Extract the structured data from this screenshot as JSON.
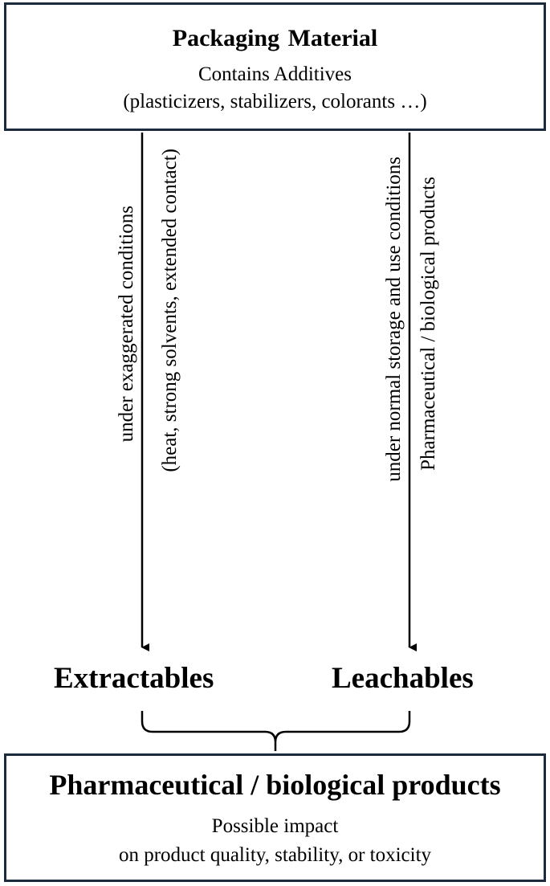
{
  "packaging_box": {
    "title": "Packaging Material",
    "subtitle_line1": "Contains Additives",
    "subtitle_line2": "(plasticizers, stabilizers, colorants …)"
  },
  "left_path": {
    "condition_line1": "under exaggerated conditions",
    "condition_line2": "(heat, strong solvents, extended contact)",
    "endpoint": "Extractables"
  },
  "right_path": {
    "condition_line1": "under normal storage and use conditions",
    "condition_line2": "Pharmaceutical / biological products",
    "endpoint": "Leachables"
  },
  "products_box": {
    "title": "Pharmaceutical / biological products",
    "subtitle_line1": "Possible impact",
    "subtitle_line2": "on product quality, stability, or toxicity"
  },
  "colors": {
    "box_border": "#1c2a3d",
    "arrow": "#000000",
    "text": "#000000"
  }
}
